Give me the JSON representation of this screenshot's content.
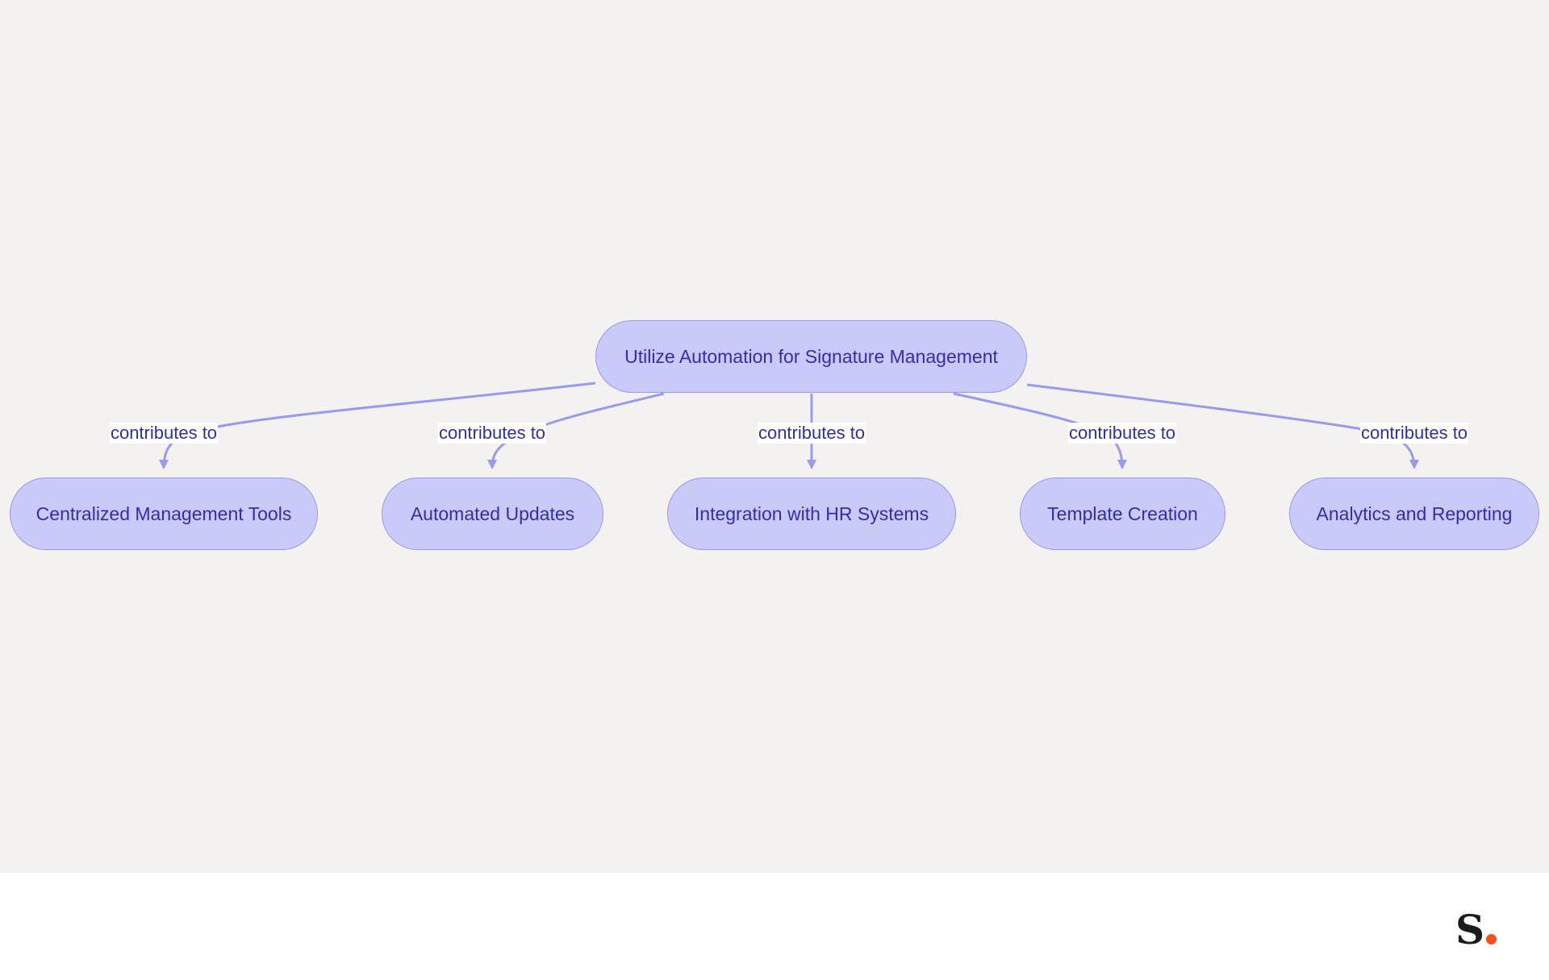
{
  "diagram": {
    "root": {
      "label": "Utilize Automation for Signature Management"
    },
    "children": [
      {
        "label": "Centralized Management Tools",
        "edge_label": "contributes to"
      },
      {
        "label": "Automated Updates",
        "edge_label": "contributes to"
      },
      {
        "label": "Integration with HR Systems",
        "edge_label": "contributes to"
      },
      {
        "label": "Template Creation",
        "edge_label": "contributes to"
      },
      {
        "label": "Analytics and Reporting",
        "edge_label": "contributes to"
      }
    ]
  },
  "branding": {
    "logo_letter": "S",
    "logo_dot_color": "#f0511c"
  },
  "colors": {
    "background": "#f3f2f1",
    "node_fill": "#cacafa",
    "node_border": "#9999ee",
    "edge": "#9999ee",
    "text": "#2f2fae"
  }
}
